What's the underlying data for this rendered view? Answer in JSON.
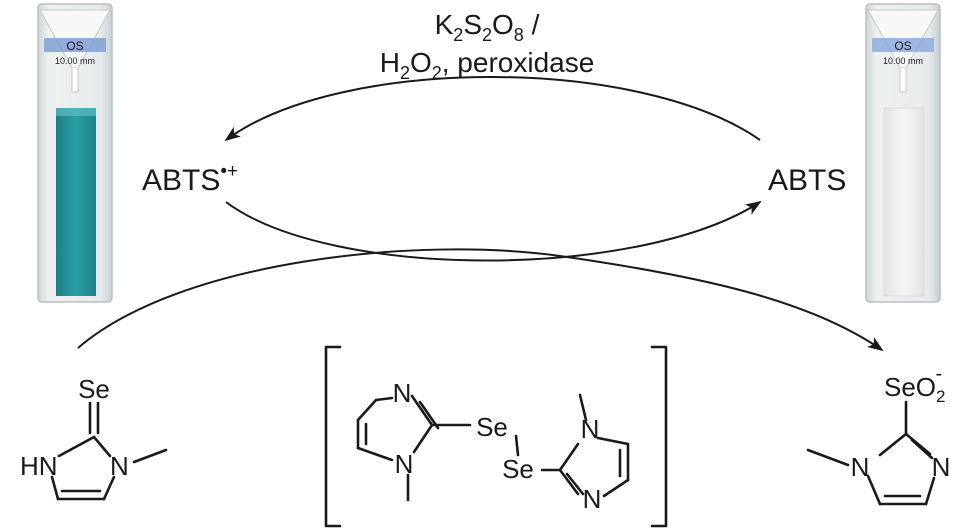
{
  "reagents": {
    "line1": {
      "a": "K",
      "a_sub": "2",
      "b": "S",
      "b_sub": "2",
      "c": "O",
      "c_sub": "8",
      "d": " /"
    },
    "line2": {
      "a": "H",
      "a_sub": "2",
      "b": "O",
      "b_sub": "2",
      "c": ", peroxidase"
    }
  },
  "species": {
    "left": {
      "base": "ABTS",
      "sup": "•+"
    },
    "right": {
      "base": "ABTS"
    }
  },
  "cuvettes": {
    "label_brand": "OS",
    "label_size": "10.00 mm",
    "left_solution_color": "#2b9ea6",
    "right_solution_color": "#f4f4f4"
  },
  "structures": {
    "reactant": {
      "top": "Se",
      "nh": "HN",
      "n": "N"
    },
    "dimer": {
      "n_top": "N",
      "se1": "Se",
      "se2": "Se",
      "n_lower_left": "N",
      "n_upper_right": "N",
      "n_bottom": "N"
    },
    "product": {
      "group": "SeO",
      "sub": "2",
      "sup": "-",
      "n_left": "N",
      "n_right": "N"
    }
  }
}
